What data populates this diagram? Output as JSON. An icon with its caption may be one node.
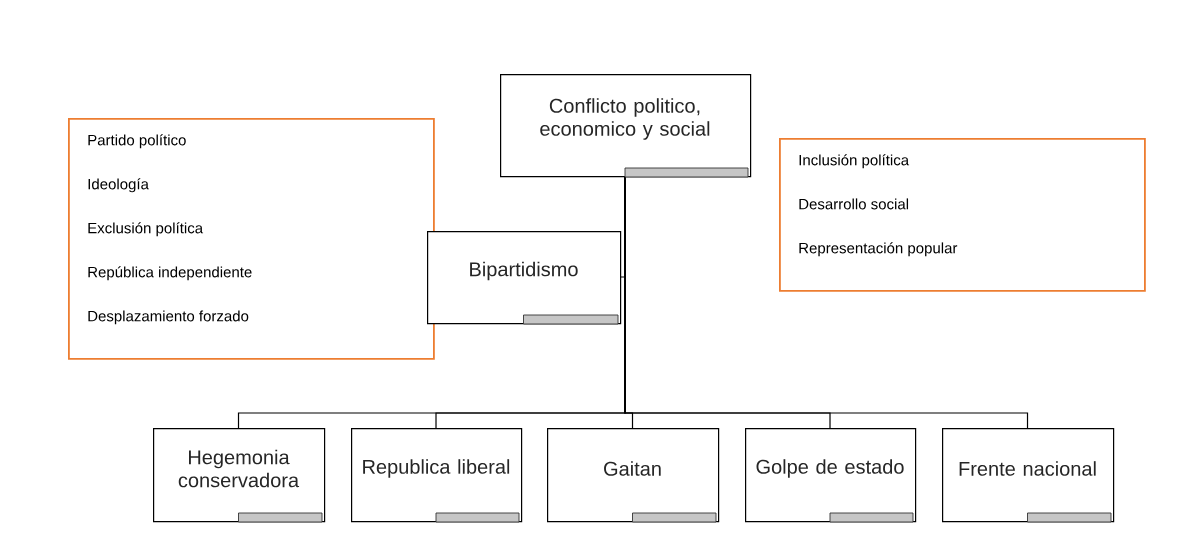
{
  "diagram": {
    "nodes": [
      {
        "text": [
          "Conflicto politico, economico y social"
        ]
      },
      {
        "text": [
          "Partido político",
          "Ideología",
          "Exclusión política",
          "República independiente",
          "Desplazamiento forzado"
        ]
      },
      {
        "text": [
          "Inclusión política",
          "Desarrollo social",
          "Representación popular"
        ]
      },
      {
        "text": [
          "Bipartidismo"
        ]
      },
      {
        "text": [
          "Hegemonia conservadora"
        ]
      },
      {
        "text": [
          "Republica liberal"
        ]
      },
      {
        "text": [
          "Gaitan"
        ]
      },
      {
        "text": [
          "Golpe de estado"
        ]
      },
      {
        "text": [
          "Frente nacional"
        ]
      }
    ],
    "edges": [
      {
        "from": 0,
        "to": 3,
        "arrow": "none"
      },
      {
        "from": 0,
        "to": 4,
        "arrow": "none"
      },
      {
        "from": 0,
        "to": 5,
        "arrow": "none"
      },
      {
        "from": 0,
        "to": 6,
        "arrow": "none"
      },
      {
        "from": 0,
        "to": 7,
        "arrow": "none"
      },
      {
        "from": 0,
        "to": 8,
        "arrow": "none"
      }
    ]
  }
}
